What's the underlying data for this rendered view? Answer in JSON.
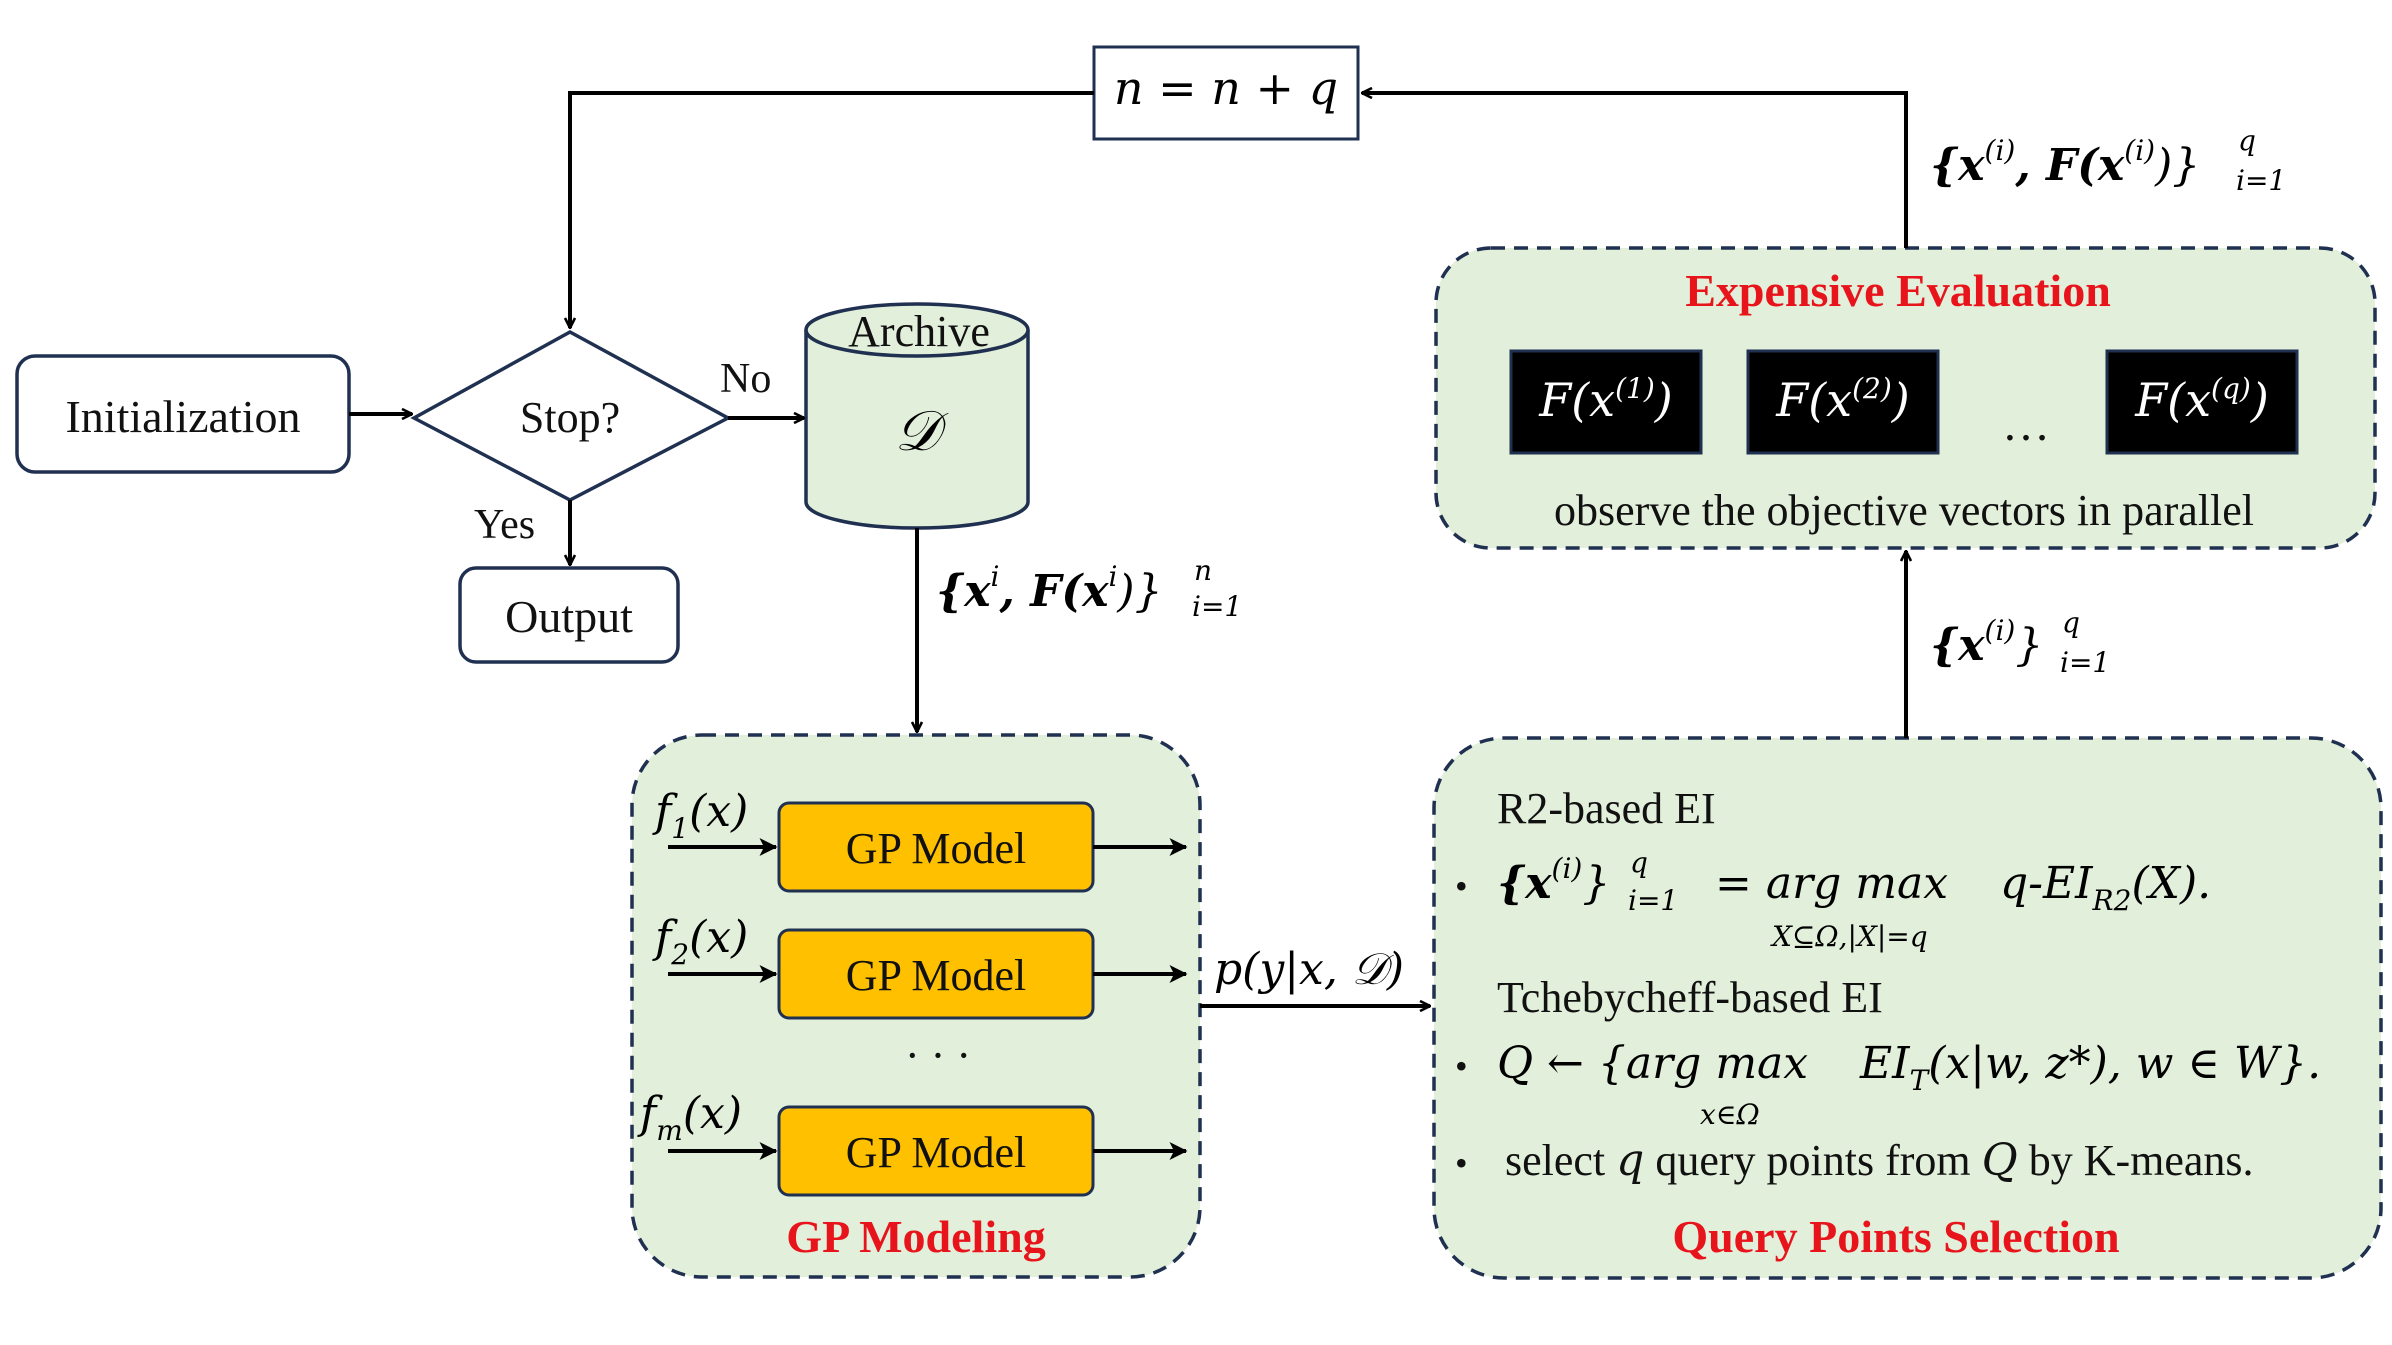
{
  "counter_box": {
    "formula": "n = n + q"
  },
  "top_edge_label": {
    "base": "{x",
    "sup_i": "(i)",
    "mid": ", F(x",
    "sup_i2": "(i)",
    "close": ")}",
    "sup_q": "q",
    "sub": "i=1"
  },
  "initialization": {
    "label": "Initialization"
  },
  "decision": {
    "label": "Stop?",
    "no_label": "No",
    "yes_label": "Yes"
  },
  "output": {
    "label": "Output"
  },
  "archive": {
    "label": "Archive",
    "symbol": "𝒟"
  },
  "archive_edge_label": {
    "base": "{x",
    "sup_i": "i",
    "mid": ", F(x",
    "sup_i2": "i",
    "close": ")}",
    "sup_n": "n",
    "sub": "i=1"
  },
  "gp_panel": {
    "title": "GP Modeling",
    "rows": [
      {
        "input": "f",
        "sub": "1",
        "arg": "(x)",
        "model": "GP Model"
      },
      {
        "input": "f",
        "sub": "2",
        "arg": "(x)",
        "model": "GP Model"
      },
      {
        "input": "f",
        "sub": "m",
        "arg": "(x)",
        "model": "GP Model"
      }
    ],
    "ellipsis": "· · ·"
  },
  "posterior_label": {
    "text": "p(y|x, 𝒟)"
  },
  "query_panel": {
    "title": "Query Points Selection",
    "r2_heading": "R2-based EI",
    "r2_formula": {
      "lhs_base": "{x",
      "lhs_sup": "(i)",
      "lhs_close": "}",
      "lhs_sup_q": "q",
      "lhs_sub": "i=1",
      "eq": "= arg max",
      "under": "X⊆Ω,|X|=q",
      "rhs": "q-EI",
      "rhs_sub": "R2",
      "rhs_arg": "(X)."
    },
    "tch_heading": "Tchebycheff-based EI",
    "tch_formula": {
      "lhs": "Q ← {arg max",
      "under": "x∈Ω",
      "rhs": "EI",
      "rhs_sub": "T",
      "rhs_arg": "(x|w, z*), w ∈ W}."
    },
    "bullet3": {
      "pre": "select ",
      "var": "q",
      "mid": " query points from ",
      "var2": "Q",
      "post": " by K-means."
    },
    "bullet_glyph": "•"
  },
  "query_edge_label": {
    "base": "{x",
    "sup_i": "(i)",
    "close": "}",
    "sup_q": "q",
    "sub": "i=1"
  },
  "eval_panel": {
    "title": "Expensive Evaluation",
    "boxes": [
      {
        "base": "F(x",
        "sup": "(1)",
        "close": ")"
      },
      {
        "base": "F(x",
        "sup": "(2)",
        "close": ")"
      },
      {
        "base": "F(x",
        "sup": "(q)",
        "close": ")"
      }
    ],
    "ellipsis": "…",
    "caption": "observe the objective vectors in parallel"
  },
  "colors": {
    "panel_fill": "#e2efda",
    "panel_border": "#1f3050",
    "gp_box_fill": "#ffc000",
    "title_red": "#e8141b",
    "eval_box_fill": "#000000"
  }
}
